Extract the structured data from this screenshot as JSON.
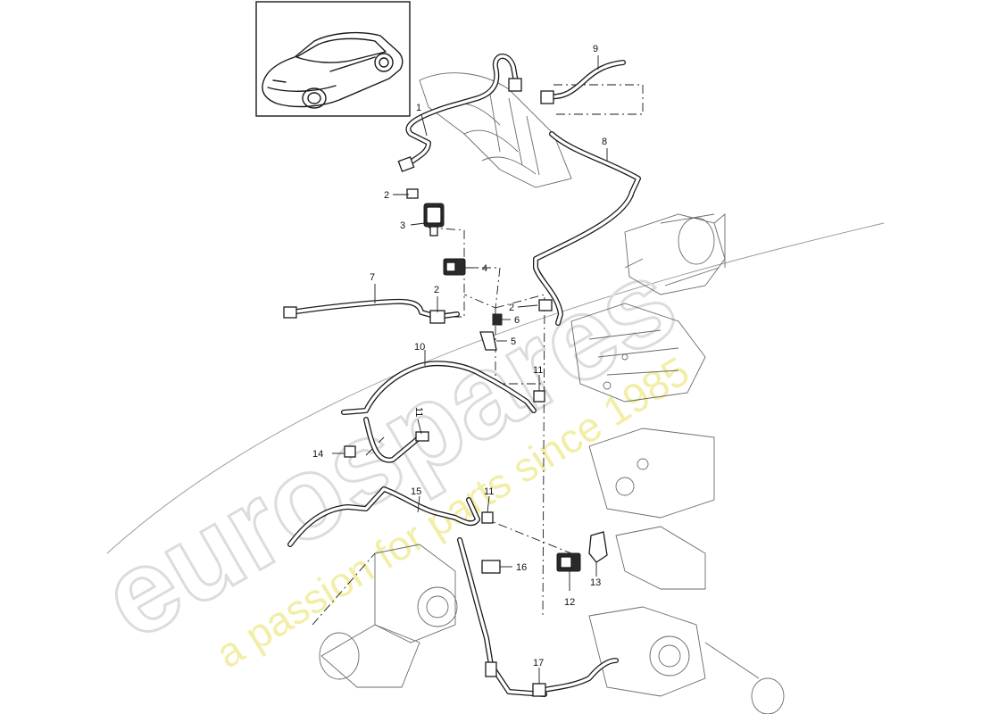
{
  "watermark": {
    "brand": "eurospares",
    "tagline": "a passion for parts since 1985"
  },
  "callouts": [
    "1",
    "2",
    "2",
    "2",
    "3",
    "4",
    "5",
    "6",
    "7",
    "8",
    "9",
    "10",
    "11",
    "11",
    "11",
    "12",
    "13",
    "14",
    "15",
    "16",
    "17"
  ],
  "inset": {
    "icon": "car-icon"
  }
}
